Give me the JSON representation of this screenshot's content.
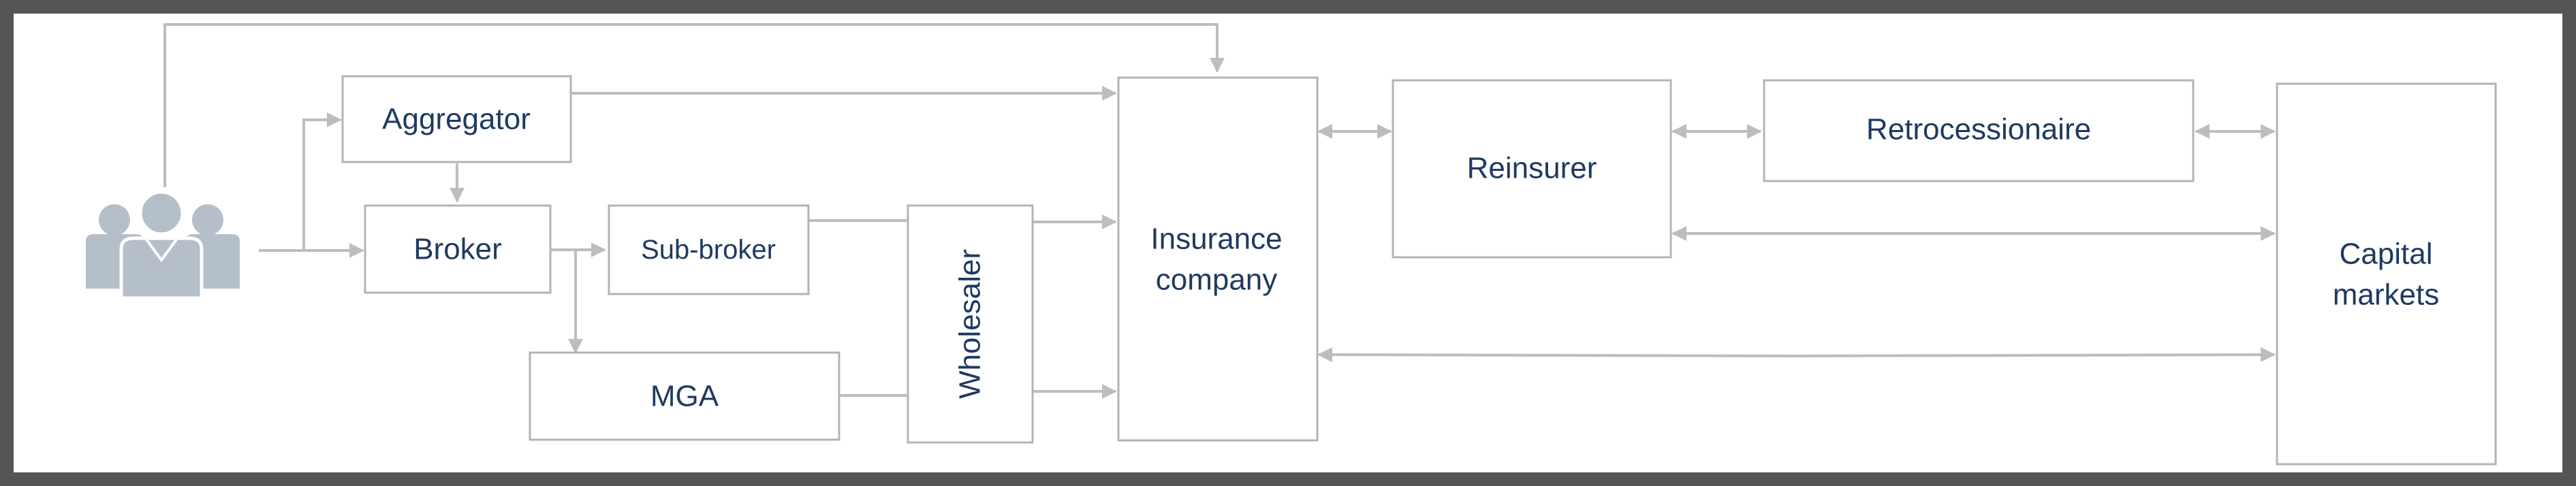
{
  "diagram": {
    "nodes": {
      "customers": {
        "icon": "customers-group-icon"
      },
      "aggregator": {
        "label": "Aggregator"
      },
      "broker": {
        "label": "Broker"
      },
      "sub_broker": {
        "label": "Sub-broker"
      },
      "mga": {
        "label": "MGA"
      },
      "wholesaler": {
        "label": "Wholesaler"
      },
      "insurance_line1": {
        "label": "Insurance"
      },
      "insurance_line2": {
        "label": "company"
      },
      "reinsurer": {
        "label": "Reinsurer"
      },
      "retrocessionaire": {
        "label": "Retrocessionaire"
      },
      "capital_line1": {
        "label": "Capital"
      },
      "capital_line2": {
        "label": "markets"
      }
    },
    "colors": {
      "box_border": "#b3b3b3",
      "connector": "#bdbdbd",
      "text": "#1f3a60",
      "icon": "#b5bfca",
      "frame": "#555555"
    }
  }
}
